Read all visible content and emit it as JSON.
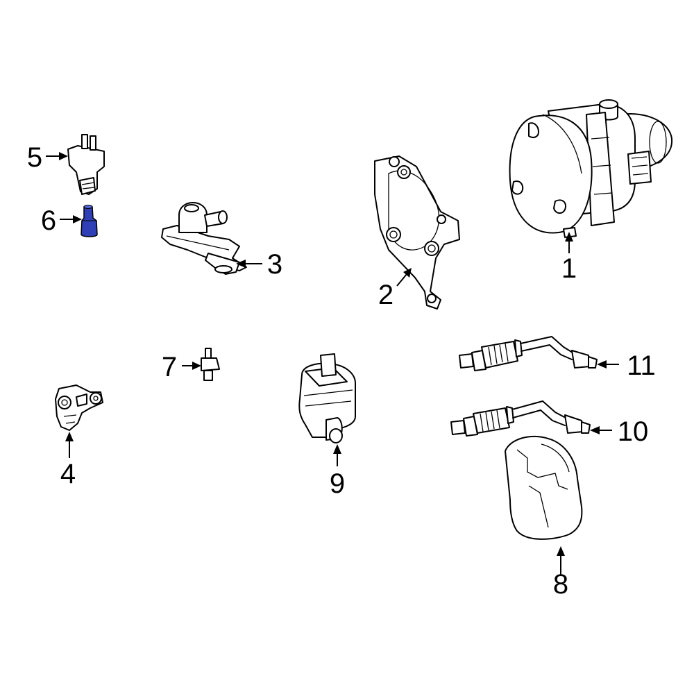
{
  "parts": {
    "p1": {
      "label": "1"
    },
    "p2": {
      "label": "2"
    },
    "p3": {
      "label": "3"
    },
    "p4": {
      "label": "4"
    },
    "p5": {
      "label": "5"
    },
    "p6": {
      "label": "6"
    },
    "p7": {
      "label": "7"
    },
    "p8": {
      "label": "8"
    },
    "p9": {
      "label": "9"
    },
    "p10": {
      "label": "10"
    },
    "p11": {
      "label": "11"
    }
  },
  "colors": {
    "highlight": "#2f3fb5",
    "line": "#000000",
    "background": "#ffffff"
  }
}
